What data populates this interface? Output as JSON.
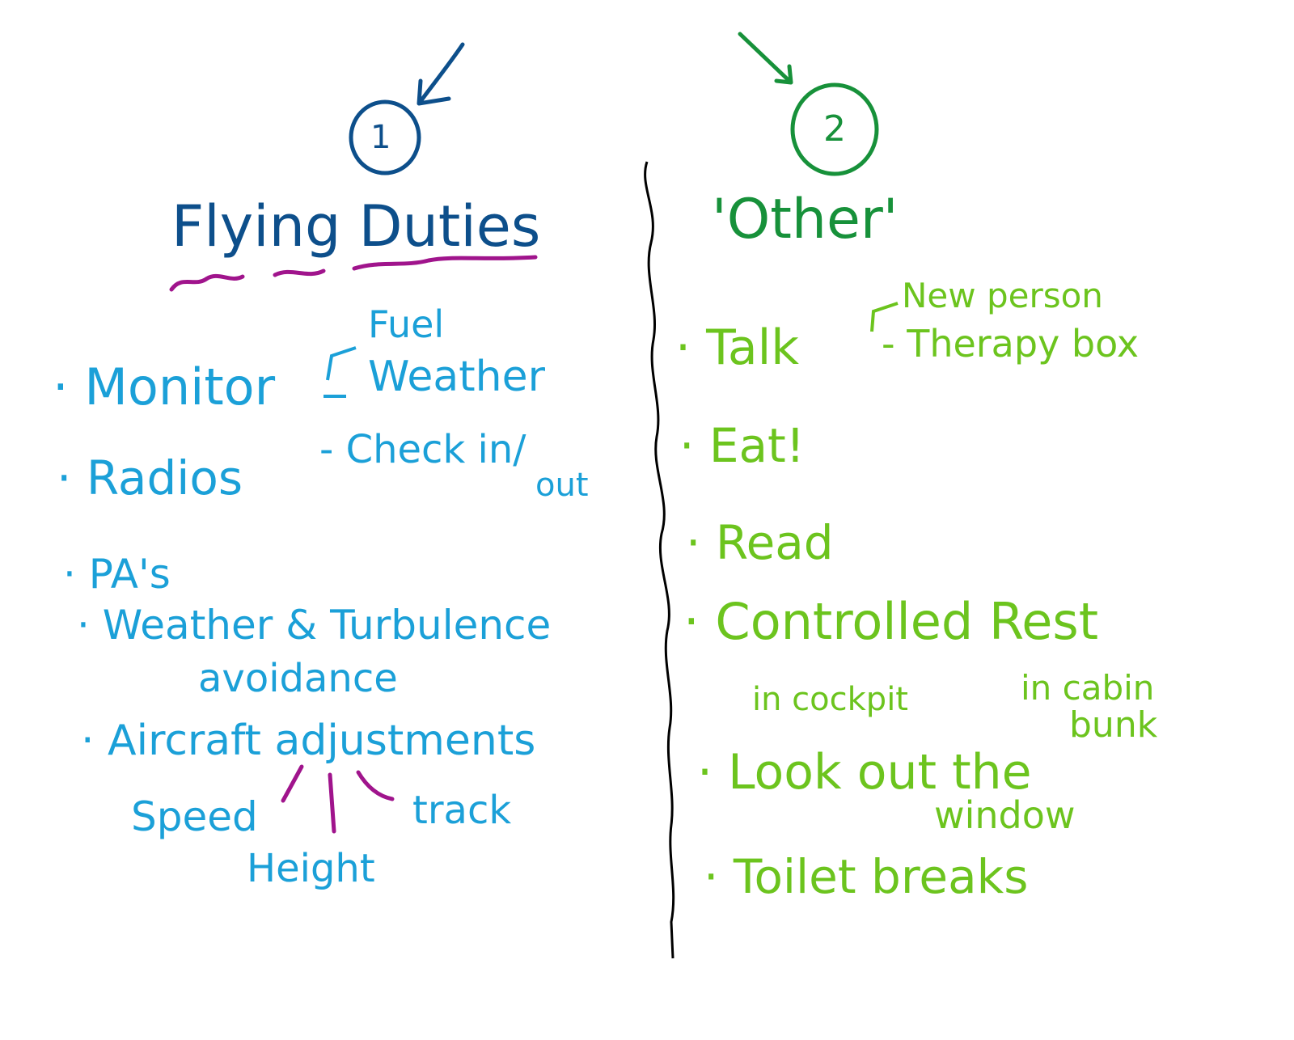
{
  "colors": {
    "dark_blue": "#0d4f8b",
    "light_blue": "#1ba0d8",
    "magenta": "#a0148c",
    "dark_green": "#17913a",
    "light_green": "#6cc41e",
    "divider": "#000000"
  },
  "left": {
    "number": "1",
    "title": "Flying Duties",
    "items": [
      {
        "label": "· Monitor",
        "subs": [
          "Fuel",
          "Weather"
        ]
      },
      {
        "label": "· Radios",
        "subs": [
          "- Check in/",
          "out"
        ]
      },
      {
        "label": "· PA's",
        "subs": []
      },
      {
        "label": "· Weather & Turbulence",
        "subs": [
          "avoidance"
        ]
      },
      {
        "label": "· Aircraft adjustments",
        "subs": [
          "Speed",
          "Height",
          "track"
        ]
      }
    ]
  },
  "right": {
    "number": "2",
    "title": "'Other'",
    "items": [
      {
        "label": "· Talk",
        "subs": [
          "New person",
          "- Therapy box"
        ]
      },
      {
        "label": "· Eat!",
        "subs": []
      },
      {
        "label": "· Read",
        "subs": []
      },
      {
        "label": "· Controlled Rest",
        "subs": [
          "in cockpit",
          "in cabin",
          "bunk"
        ]
      },
      {
        "label": "· Look out the",
        "subs": [
          "window"
        ]
      },
      {
        "label": "· Toilet breaks",
        "subs": []
      }
    ]
  }
}
